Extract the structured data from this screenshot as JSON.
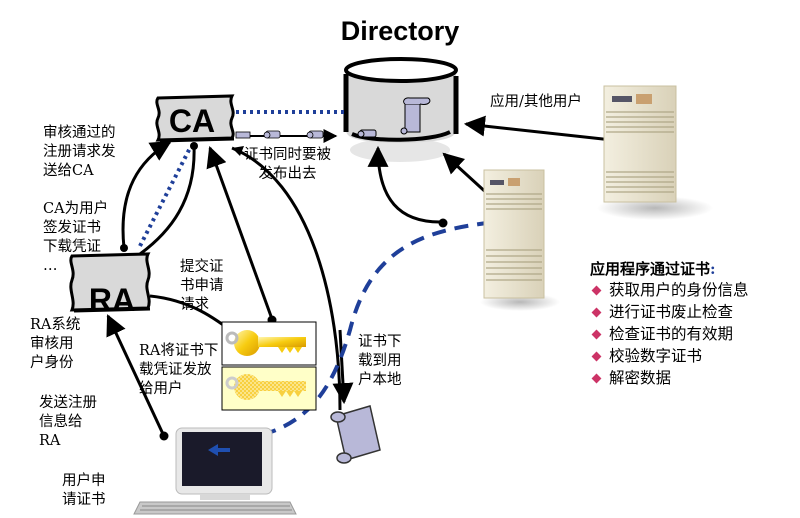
{
  "title": "Directory",
  "nodes": {
    "ca": "CA",
    "ra": "RA"
  },
  "labels": {
    "ca_approved": "审核通过的\n注册请求发\n送给CA",
    "ca_issue": "CA为用户\n签发证书\n下载凭证\n…",
    "publish_cert": "证书同时要被\n发布出去",
    "submit_request": "提交证\n书申请\n请求",
    "ra_verify": "RA系统\n审核用\n户身份",
    "ra_issue_voucher": "RA将证书下\n载凭证发放\n给用户",
    "send_register": "发送注册\n信息给\nRA",
    "user_apply": "用户申\n请证书",
    "download_local": "证书下\n载到用\n户本地",
    "app_users": "应用/其他用户"
  },
  "panel": {
    "title": "应用程序通过证书",
    "colon": ":",
    "items": [
      "获取用户的身份信息",
      "进行证书废止检查",
      "检查证书的有效期",
      "校验数字证书",
      "解密数据"
    ]
  },
  "colors": {
    "box_fill": "#d9d9d9",
    "dotted_link": "#1f3f99",
    "dashed_link": "#1f3f99",
    "arrow": "#000000",
    "scroll_fill": "#b8b8d8",
    "key_gold": "#f5c400",
    "key_box_fill": "#ffffc8",
    "bullet": "#cc3366",
    "server_beige": "#ece6d2"
  }
}
